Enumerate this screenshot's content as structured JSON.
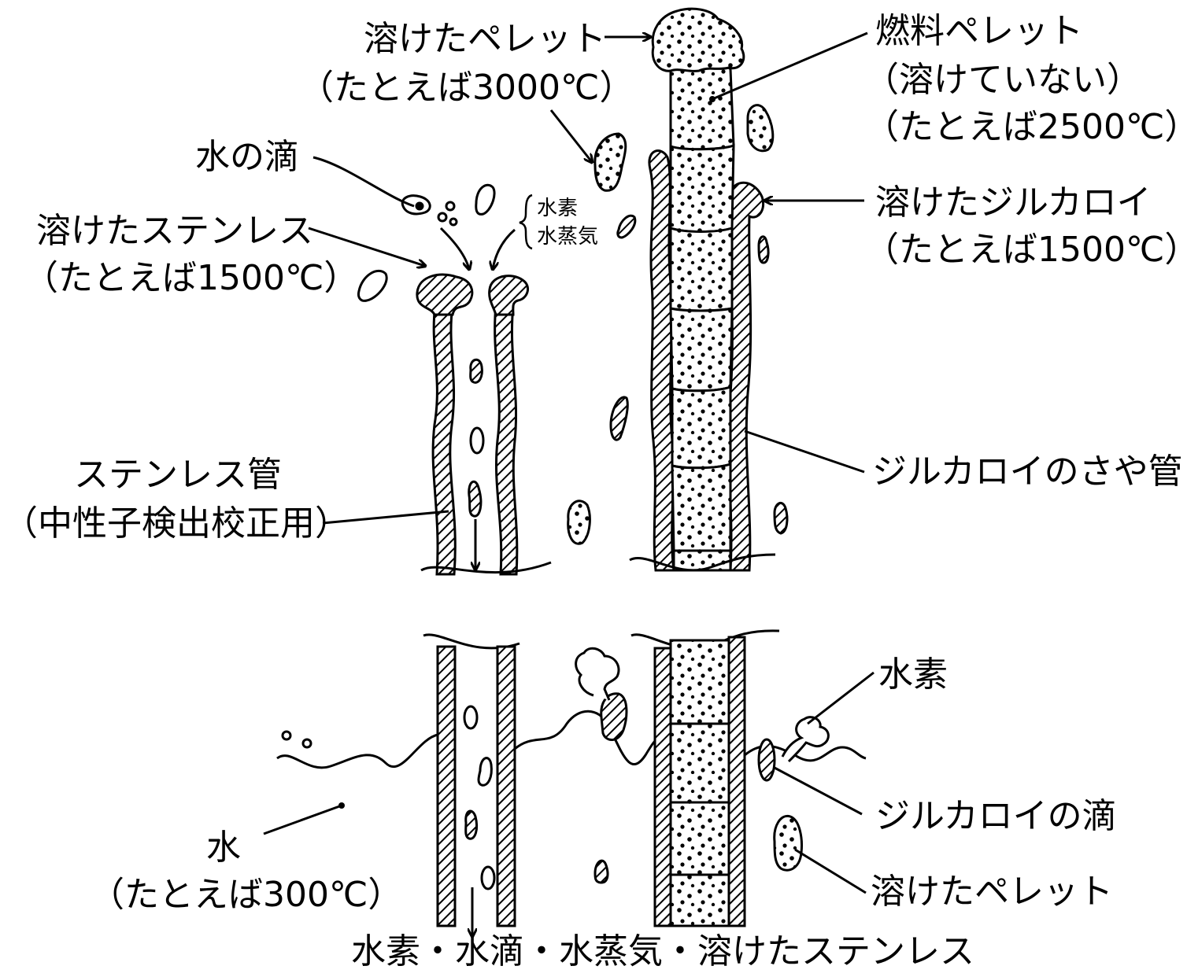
{
  "labels": {
    "melted_pellet_top": "溶けたペレット",
    "melted_pellet_top_temp": "（たとえば3000℃）",
    "fuel_pellet": "燃料ペレット",
    "fuel_pellet_note": "（溶けていない）",
    "fuel_pellet_temp": "（たとえば2500℃）",
    "water_drop": "水の滴",
    "hydrogen_small": "水素",
    "steam_small": "水蒸気",
    "melted_stainless": "溶けたステンレス",
    "melted_stainless_temp": "（たとえば1500℃）",
    "melted_zircaloy": "溶けたジルカロイ",
    "melted_zircaloy_temp": "（たとえば1500℃）",
    "stainless_tube": "ステンレス管",
    "stainless_tube_note": "（中性子検出校正用）",
    "zircaloy_cladding": "ジルカロイのさや管",
    "hydrogen": "水素",
    "zircaloy_drop": "ジルカロイの滴",
    "water": "水",
    "water_temp": "（たとえば300℃）",
    "melted_pellet_bottom": "溶けたペレット",
    "bottom_caption": "水素・水滴・水蒸気・溶けたステンレス"
  },
  "colors": {
    "ink": "#000000",
    "paper": "#ffffff"
  }
}
